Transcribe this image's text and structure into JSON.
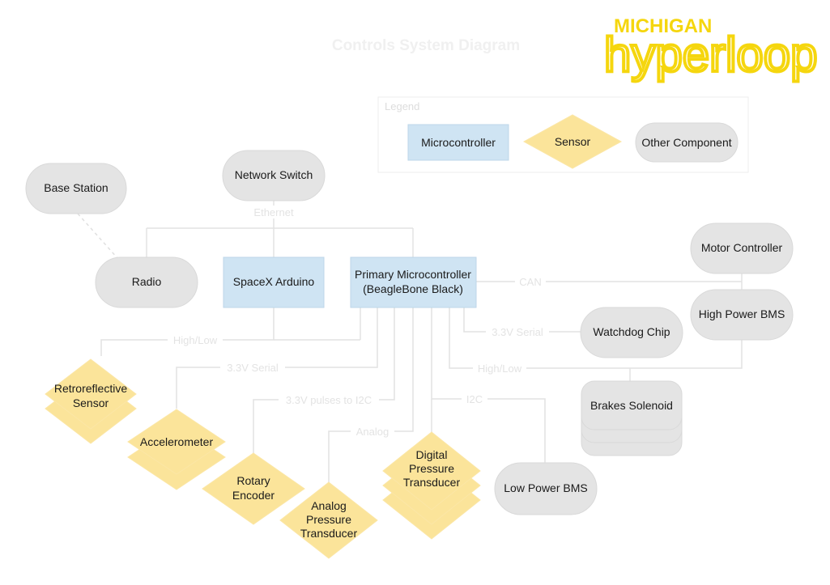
{
  "title": "Controls System Diagram",
  "logo": {
    "top": "MICHIGAN",
    "main": "hyperloop"
  },
  "legend": {
    "title": "Legend",
    "microcontroller": "Microcontroller",
    "sensor": "Sensor",
    "other": "Other Component"
  },
  "colors": {
    "microcontroller": "#cfe4f3",
    "sensor": "#fbe49a",
    "other": "#e4e4e4",
    "logo": "#f5d60e"
  },
  "nodes": {
    "base_station": "Base Station",
    "network_switch": "Network Switch",
    "radio": "Radio",
    "spacex_arduino": "SpaceX Arduino",
    "primary_mcu_line1": "Primary Microcontroller",
    "primary_mcu_line2": "(BeagleBone Black)",
    "motor_controller": "Motor Controller",
    "high_power_bms": "High Power BMS",
    "watchdog_chip": "Watchdog Chip",
    "brakes_solenoid": "Brakes Solenoid",
    "low_power_bms": "Low Power BMS",
    "retroreflective_line1": "Retroreflective",
    "retroreflective_line2": "Sensor",
    "accelerometer": "Accelerometer",
    "rotary_line1": "Rotary",
    "rotary_line2": "Encoder",
    "analog_line1": "Analog",
    "analog_line2": "Pressure",
    "analog_line3": "Transducer",
    "digital_line1": "Digital",
    "digital_line2": "Pressure",
    "digital_line3": "Transducer"
  },
  "edges": {
    "ethernet": "Ethernet",
    "can": "CAN",
    "serial_33_watchdog": "3.3V Serial",
    "high_low_brakes": "High/Low",
    "high_low_retro": "High/Low",
    "serial_33_accel": "3.3V Serial",
    "pulses_i2c": "3.3V pulses to I2C",
    "analog": "Analog",
    "i2c": "I2C"
  }
}
